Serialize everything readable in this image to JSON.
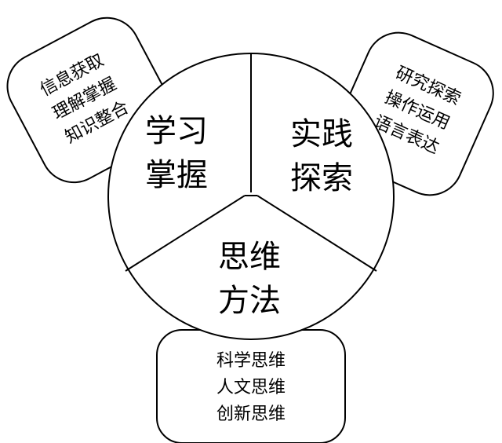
{
  "segments": {
    "top_left": {
      "line1": "学习",
      "line2": "掌握"
    },
    "top_right": {
      "line1": "实践",
      "line2": "探索"
    },
    "bottom": {
      "line1": "思维",
      "line2": "方法"
    }
  },
  "boxes": {
    "left": {
      "lines": [
        "信息获取",
        "理解掌握",
        "知识整合"
      ]
    },
    "right": {
      "lines": [
        "研究探索",
        "操作运用",
        "语言表达"
      ]
    },
    "bottom": {
      "lines": [
        "科学思维",
        "人文思维",
        "创新思维"
      ]
    }
  }
}
